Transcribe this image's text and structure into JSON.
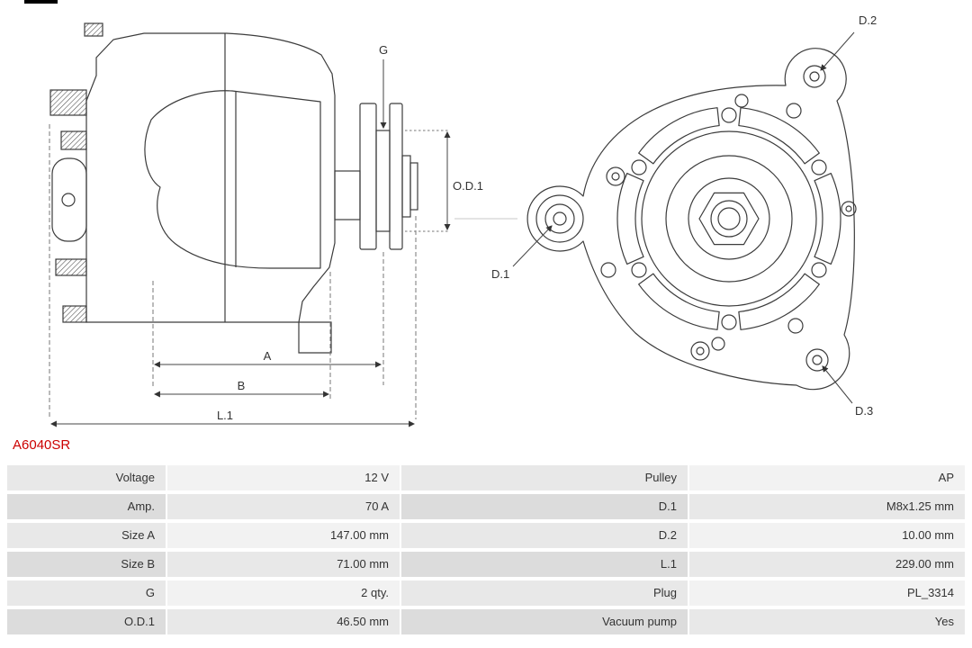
{
  "part_number": "A6040SR",
  "colors": {
    "part_number": "#cc0000",
    "drawing_line": "#3c3c3c",
    "table_label_bg": "#e0e0e0",
    "table_value_bg": "#eeeeee"
  },
  "diagram": {
    "side_view": {
      "g": "G",
      "od1": "O.D.1",
      "a": "A",
      "b": "B",
      "l1": "L.1"
    },
    "rear_view": {
      "d1": "D.1",
      "d2": "D.2",
      "d3": "D.3"
    }
  },
  "table": {
    "rows": [
      {
        "label_left": "Voltage",
        "value_left": "12 V",
        "label_right": "Pulley",
        "value_right": "AP"
      },
      {
        "label_left": "Amp.",
        "value_left": "70 A",
        "label_right": "D.1",
        "value_right": "M8x1.25 mm"
      },
      {
        "label_left": "Size A",
        "value_left": "147.00 mm",
        "label_right": "D.2",
        "value_right": "10.00 mm"
      },
      {
        "label_left": "Size B",
        "value_left": "71.00 mm",
        "label_right": "L.1",
        "value_right": "229.00 mm"
      },
      {
        "label_left": "G",
        "value_left": "2 qty.",
        "label_right": "Plug",
        "value_right": "PL_3314"
      },
      {
        "label_left": "O.D.1",
        "value_left": "46.50 mm",
        "label_right": "Vacuum pump",
        "value_right": "Yes"
      }
    ]
  }
}
